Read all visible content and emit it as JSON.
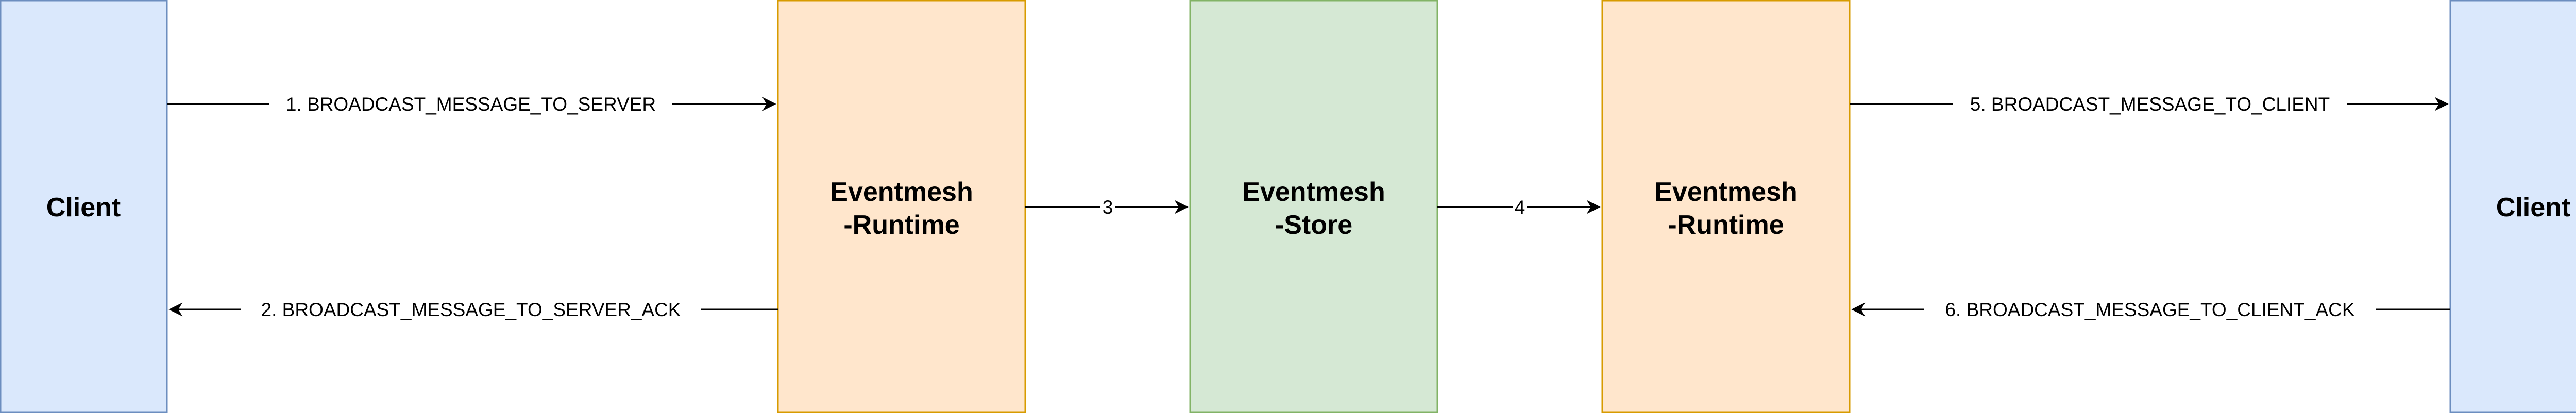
{
  "nodes": {
    "client_left": {
      "label_lines": [
        "Client"
      ],
      "fill": "#dae8fc",
      "stroke": "#6c8ebf"
    },
    "runtime_left": {
      "label_lines": [
        "Eventmesh",
        "-Runtime"
      ],
      "fill": "#ffe6cc",
      "stroke": "#d79b00"
    },
    "store": {
      "label_lines": [
        "Eventmesh",
        "-Store"
      ],
      "fill": "#d5e8d4",
      "stroke": "#82b366"
    },
    "runtime_right": {
      "label_lines": [
        "Eventmesh",
        "-Runtime"
      ],
      "fill": "#ffe6cc",
      "stroke": "#d79b00"
    },
    "client_right": {
      "label_lines": [
        "Client"
      ],
      "fill": "#dae8fc",
      "stroke": "#6c8ebf"
    }
  },
  "edges": {
    "e1": {
      "label": "1. BROADCAST_MESSAGE_TO_SERVER",
      "from": "client_left",
      "to": "runtime_left"
    },
    "e2": {
      "label": "2. BROADCAST_MESSAGE_TO_SERVER_ACK",
      "from": "runtime_left",
      "to": "client_left"
    },
    "e3": {
      "label": "3",
      "from": "runtime_left",
      "to": "store"
    },
    "e4": {
      "label": "4",
      "from": "store",
      "to": "runtime_right"
    },
    "e5": {
      "label": "5. BROADCAST_MESSAGE_TO_CLIENT",
      "from": "runtime_right",
      "to": "client_right"
    },
    "e6": {
      "label": "6. BROADCAST_MESSAGE_TO_CLIENT_ACK",
      "from": "client_right",
      "to": "runtime_right"
    }
  },
  "colors": {
    "line": "#000000",
    "label_bg": "#ffffff"
  }
}
